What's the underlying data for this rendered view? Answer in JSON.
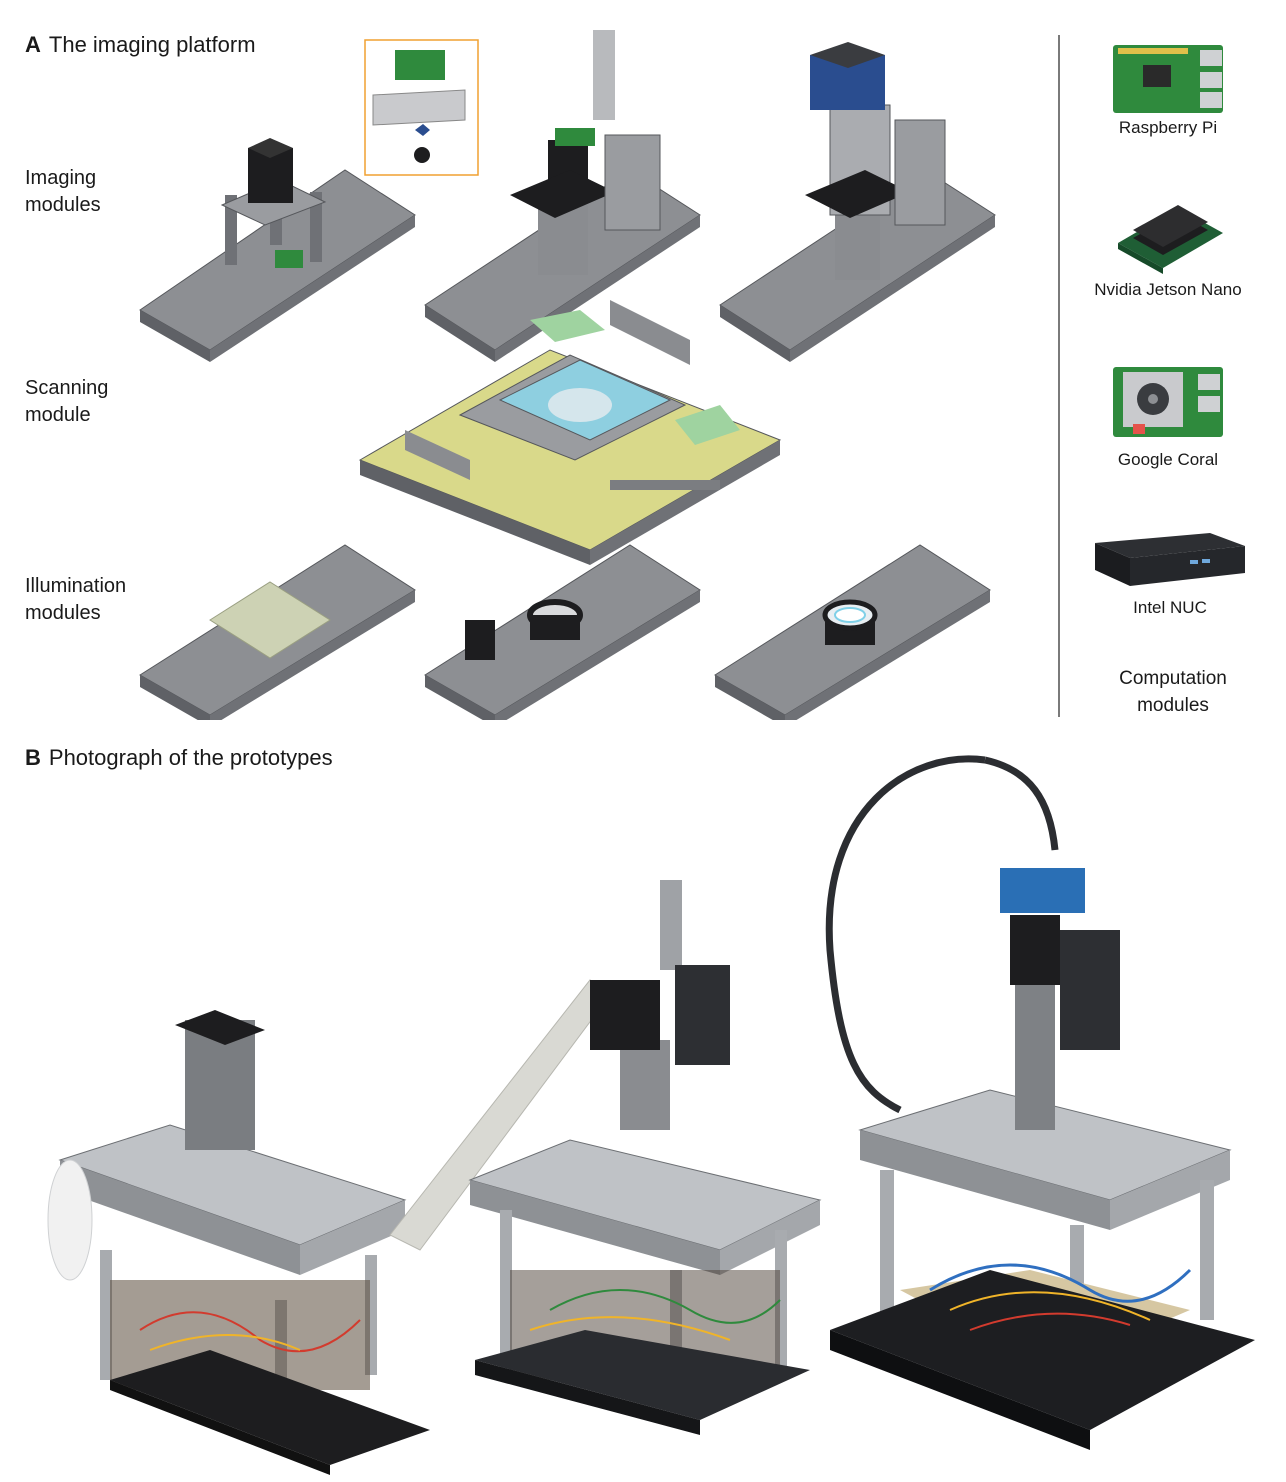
{
  "panel_a": {
    "letter": "A",
    "title": "The imaging platform",
    "rows": {
      "imaging": "Imaging\nmodules",
      "scanning": "Scanning\nmodule",
      "illumination": "Illumination\nmodules"
    }
  },
  "computation": {
    "items": [
      {
        "label": "Raspberry Pi",
        "icon": "raspberry-pi-board-icon"
      },
      {
        "label": "Nvidia Jetson Nano",
        "icon": "jetson-nano-board-icon"
      },
      {
        "label": "Google Coral",
        "icon": "google-coral-board-icon"
      },
      {
        "label": "Intel NUC",
        "icon": "intel-nuc-box-icon"
      }
    ],
    "caption": "Computation\nmodules"
  },
  "panel_b": {
    "letter": "B",
    "title": "Photograph of the prototypes"
  },
  "colors": {
    "plate": "#8d8f93",
    "plate_dark": "#5f6166",
    "pcb_green": "#2f8a3d",
    "stage_blue": "#8ecfe0",
    "baseplate_tan": "#d9d98a",
    "callout_orange": "#f0a030"
  }
}
